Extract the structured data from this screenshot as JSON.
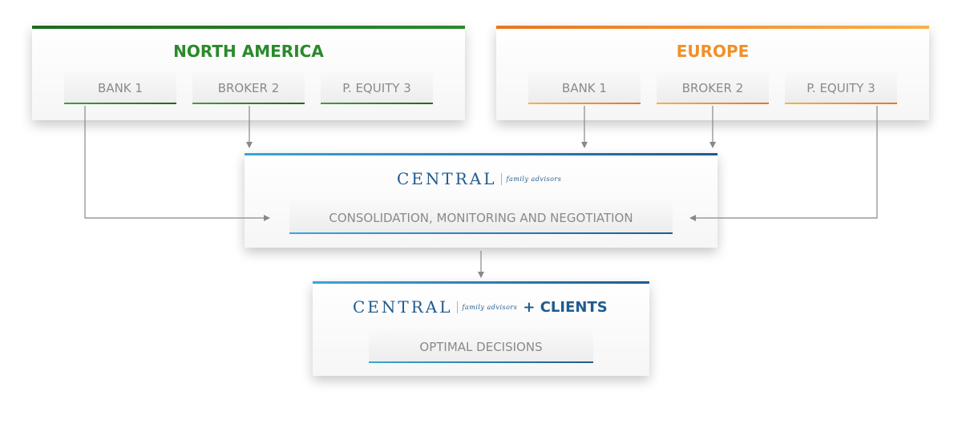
{
  "colors": {
    "north_america": "#2a8a2a",
    "europe": "#f0902a",
    "central_blue": "#1f5b8f",
    "arrow": "#888888"
  },
  "north_america": {
    "title": "NORTH AMERICA",
    "items": [
      "BANK 1",
      "BROKER 2",
      "P. EQUITY 3"
    ]
  },
  "europe": {
    "title": "EUROPE",
    "items": [
      "BANK 1",
      "BROKER 2",
      "P. EQUITY 3"
    ]
  },
  "central": {
    "logo_word": "CENTRAL",
    "logo_sub": "family advisors",
    "process_label": "CONSOLIDATION, MONITORING AND NEGOTIATION"
  },
  "clients": {
    "logo_word": "CENTRAL",
    "logo_sub": "family advisors",
    "plus_label": "+ CLIENTS",
    "result_label": "OPTIMAL DECISIONS"
  }
}
